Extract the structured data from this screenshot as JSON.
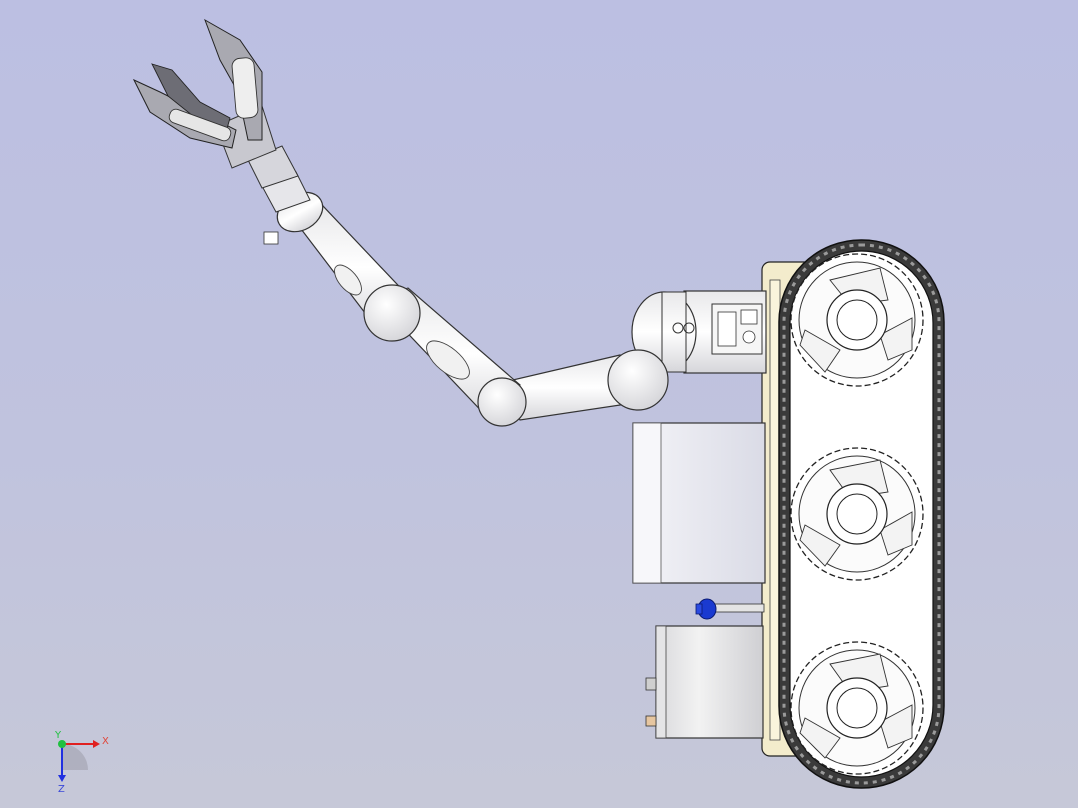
{
  "app": {
    "view": "CAD 3D viewport"
  },
  "triad": {
    "x_label": "X",
    "y_label": "Y",
    "z_label": "Z",
    "x_color": "#e02020",
    "y_color": "#20c040",
    "z_color": "#2030e0"
  },
  "model": {
    "description_icon": "tracked-robot-with-manipulator-arm",
    "body_color": "#ffffff",
    "line_color": "#222222",
    "track_color": "#333333",
    "frame_color": "#f3eccc",
    "knob_color": "#1a3ad0"
  }
}
